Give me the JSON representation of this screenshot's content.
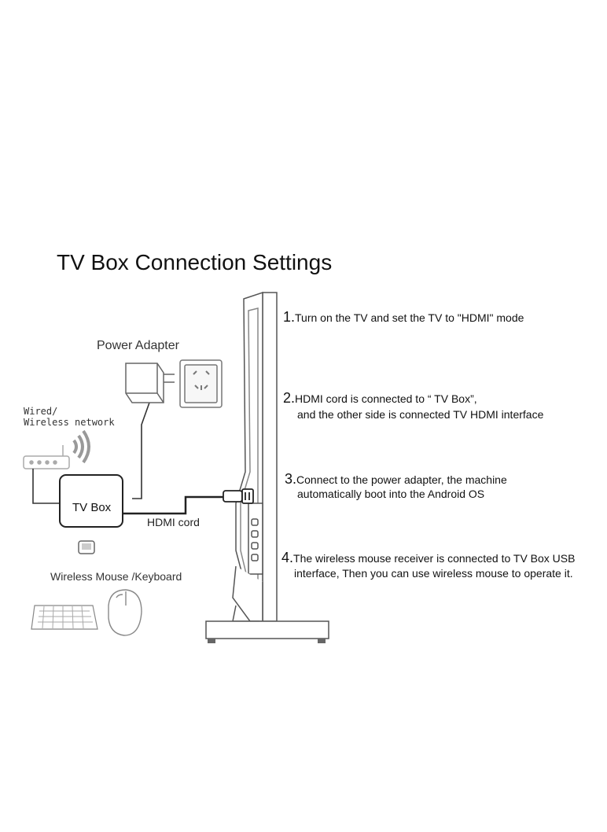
{
  "title": "TV Box Connection Settings",
  "labels": {
    "power_adapter": "Power Adapter",
    "wired_line1": "Wired/",
    "wired_line2": "Wireless network",
    "tv_box": "TV Box",
    "hdmi_cord": "HDMI cord",
    "wireless_mouse": "Wireless Mouse /Keyboard"
  },
  "steps": [
    {
      "num": "1.",
      "lines": [
        "Turn on the TV and set the TV to \"HDMI\" mode"
      ]
    },
    {
      "num": "2.",
      "lines": [
        "HDMI cord is connected to “ TV Box”,",
        "and the other side is connected TV HDMI interface"
      ]
    },
    {
      "num": "3.",
      "lines": [
        "Connect to the power adapter, the machine",
        "automatically boot into the Android OS"
      ]
    },
    {
      "num": "4.",
      "lines": [
        "The wireless mouse receiver is connected to TV  Box USB",
        "interface, Then you can use wireless mouse to operate it."
      ]
    }
  ],
  "icons": [
    "power-adapter-icon",
    "wall-socket-icon",
    "router-icon",
    "wifi-icon",
    "tv-box-icon",
    "usb-receiver-icon",
    "keyboard-icon",
    "mouse-icon",
    "tv-side-icon",
    "hdmi-plug-icon"
  ]
}
